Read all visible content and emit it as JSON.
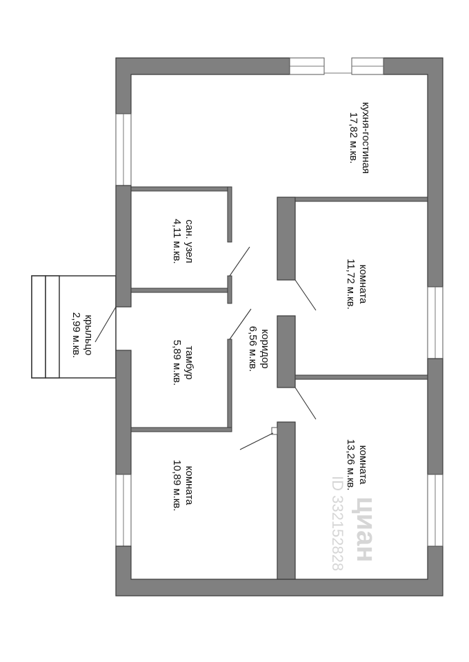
{
  "rooms": {
    "kitchen": {
      "name": "кухня-гостиная",
      "area": "17,82 м.кв."
    },
    "bathroom": {
      "name": "сан. узел",
      "area": "4,11 м.кв."
    },
    "room1": {
      "name": "комната",
      "area": "11,72 м.кв."
    },
    "porch": {
      "name": "крыльцо",
      "area": "2,99 м.кв."
    },
    "vestibule": {
      "name": "тамбур",
      "area": "5,89 м.кв."
    },
    "corridor": {
      "name": "коридор",
      "area": "6,56 м.кв."
    },
    "room2": {
      "name": "комната",
      "area": "13,26 м.кв."
    },
    "room3": {
      "name": "комната",
      "area": "10,89 м.кв."
    }
  },
  "watermark": {
    "brand": "циан",
    "id": "ID 332152828"
  },
  "colors": {
    "wall": "#808080",
    "outline": "#3a3a3a",
    "background": "#ffffff"
  }
}
